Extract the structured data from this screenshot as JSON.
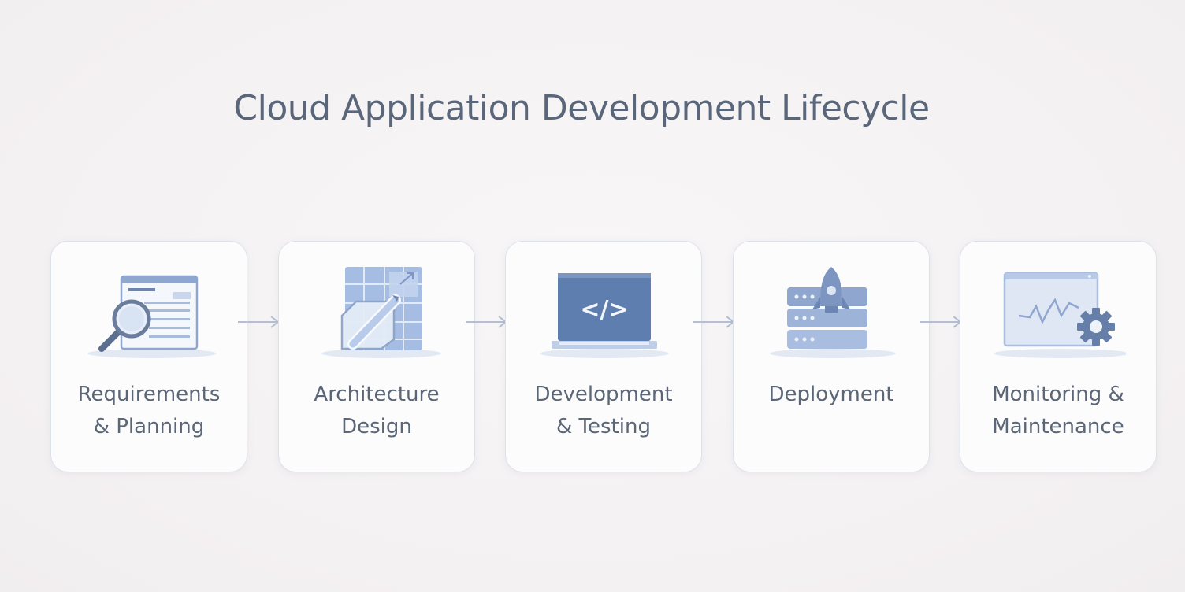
{
  "title": "Cloud Application Development Lifecycle",
  "steps": [
    {
      "label_line1": "Requirements",
      "label_line2": "& Planning",
      "icon": "document-magnifier-icon"
    },
    {
      "label_line1": "Architecture",
      "label_line2": "Design",
      "icon": "blueprint-pencil-icon"
    },
    {
      "label_line1": "Development",
      "label_line2": "& Testing",
      "icon": "laptop-code-icon"
    },
    {
      "label_line1": "Deployment",
      "label_line2": "",
      "icon": "server-rocket-icon"
    },
    {
      "label_line1": "Monitoring &",
      "label_line2": "Maintenance",
      "icon": "monitor-gear-icon"
    }
  ],
  "colors": {
    "accent_dark": "#6b86b3",
    "accent_mid": "#8fa7cf",
    "accent_light": "#c9d6ec",
    "text": "#5b6677",
    "arrow": "#b3bfd2"
  }
}
